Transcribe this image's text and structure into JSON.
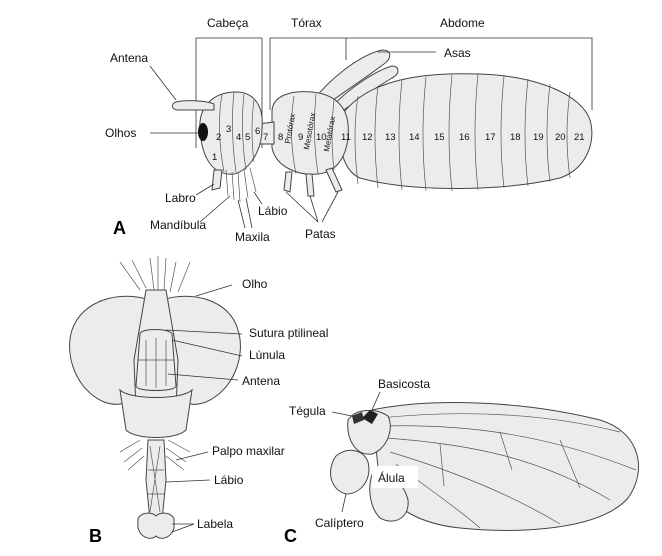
{
  "panels": {
    "a": "A",
    "b": "B",
    "c": "C"
  },
  "regions": {
    "head": "Cabeça",
    "thorax": "Tórax",
    "abdomen": "Abdome"
  },
  "labels_a": {
    "antenna": "Antena",
    "eyes": "Olhos",
    "labrum": "Labro",
    "mandible": "Mandíbula",
    "maxilla": "Maxila",
    "labium": "Lábio",
    "legs": "Patas",
    "wings": "Asas"
  },
  "thorax_segments": {
    "pro": "Protórax",
    "meso": "Mesotórax",
    "meta": "Metatórax"
  },
  "segment_numbers": [
    "1",
    "2",
    "3",
    "4",
    "5",
    "6",
    "7",
    "8",
    "9",
    "10",
    "11",
    "12",
    "13",
    "14",
    "15",
    "16",
    "17",
    "18",
    "19",
    "20",
    "21"
  ],
  "labels_b": {
    "eye": "Olho",
    "ptilinal_suture": "Sutura ptilineal",
    "lunule": "Lúnula",
    "antenna": "Antena",
    "maxillary_palp": "Palpo maxilar",
    "labium": "Lábio",
    "labella": "Labela"
  },
  "labels_c": {
    "basicosta": "Basicosta",
    "tegula": "Tégula",
    "alula": "Álula",
    "calypter": "Calíptero"
  }
}
